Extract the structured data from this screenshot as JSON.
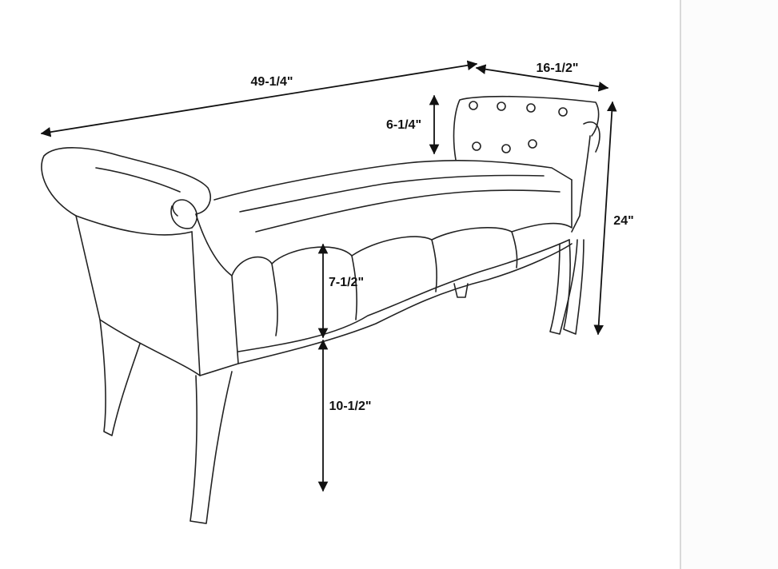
{
  "dimensions": {
    "overall_width": "49-1/4\"",
    "depth": "16-1/2\"",
    "arm_height_above_seat": "6-1/4\"",
    "overall_height": "24\"",
    "seat_thickness": "7-1/2\"",
    "leg_height": "10-1/2\""
  }
}
